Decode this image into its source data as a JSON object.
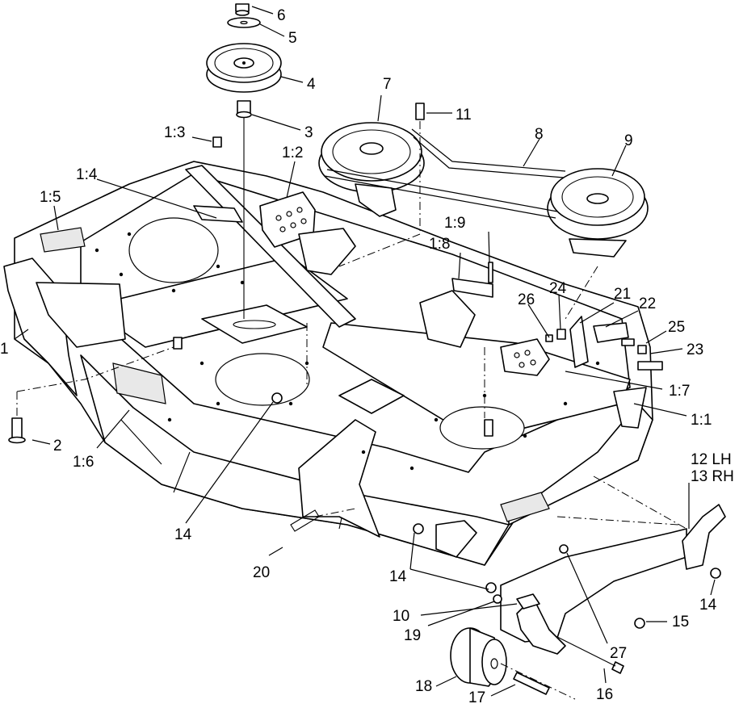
{
  "callouts": [
    {
      "id": "c6",
      "text": "6"
    },
    {
      "id": "c5",
      "text": "5"
    },
    {
      "id": "c4",
      "text": "4"
    },
    {
      "id": "c3",
      "text": "3"
    },
    {
      "id": "c7",
      "text": "7"
    },
    {
      "id": "c11",
      "text": "11"
    },
    {
      "id": "c8",
      "text": "8"
    },
    {
      "id": "c9",
      "text": "9"
    },
    {
      "id": "c1_3",
      "text": "1:3"
    },
    {
      "id": "c1_2",
      "text": "1:2"
    },
    {
      "id": "c1_4",
      "text": "1:4"
    },
    {
      "id": "c1_5",
      "text": "1:5"
    },
    {
      "id": "c1_9",
      "text": "1:9"
    },
    {
      "id": "c1_8",
      "text": "1:8"
    },
    {
      "id": "c24",
      "text": "24"
    },
    {
      "id": "c21",
      "text": "21"
    },
    {
      "id": "c22",
      "text": "22"
    },
    {
      "id": "c26",
      "text": "26"
    },
    {
      "id": "c25",
      "text": "25"
    },
    {
      "id": "c23",
      "text": "23"
    },
    {
      "id": "c1",
      "text": "1"
    },
    {
      "id": "c1_7",
      "text": "1:7"
    },
    {
      "id": "c1_1",
      "text": "1:1"
    },
    {
      "id": "c2",
      "text": "2"
    },
    {
      "id": "c1_6",
      "text": "1:6"
    },
    {
      "id": "c12",
      "text": "12 LH"
    },
    {
      "id": "c13",
      "text": "13 RH"
    },
    {
      "id": "c14a",
      "text": "14"
    },
    {
      "id": "c20",
      "text": "20"
    },
    {
      "id": "c14b",
      "text": "14"
    },
    {
      "id": "c14c",
      "text": "14"
    },
    {
      "id": "c10",
      "text": "10"
    },
    {
      "id": "c15",
      "text": "15"
    },
    {
      "id": "c19",
      "text": "19"
    },
    {
      "id": "c27",
      "text": "27"
    },
    {
      "id": "c18",
      "text": "18"
    },
    {
      "id": "c17",
      "text": "17"
    },
    {
      "id": "c16",
      "text": "16"
    }
  ]
}
